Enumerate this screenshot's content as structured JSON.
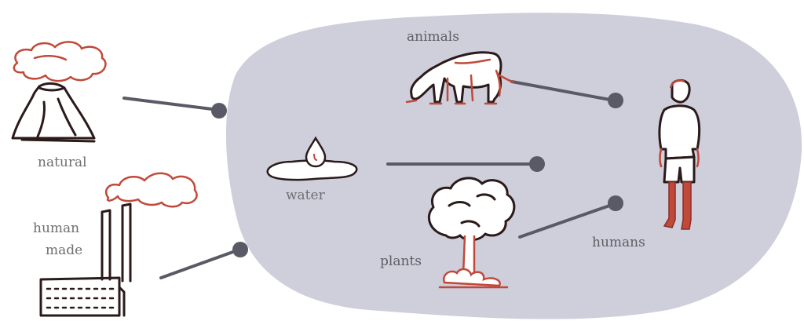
{
  "sources": {
    "natural_label": "natural",
    "human_made_line1": "human",
    "human_made_line2": "made"
  },
  "region": {
    "water_label": "water",
    "animals_label": "animals",
    "plants_label": "plants",
    "humans_label": "humans"
  },
  "colors": {
    "region_fill": "#cfcedb",
    "connector": "#5a5a66",
    "accent": "#c0493a",
    "label_text": "#6f6f74"
  },
  "icons": {
    "natural": "volcano-icon",
    "human_made": "factory-icon",
    "water": "water-drop-icon",
    "animals": "cow-icon",
    "plants": "tree-icon",
    "humans": "person-icon"
  }
}
